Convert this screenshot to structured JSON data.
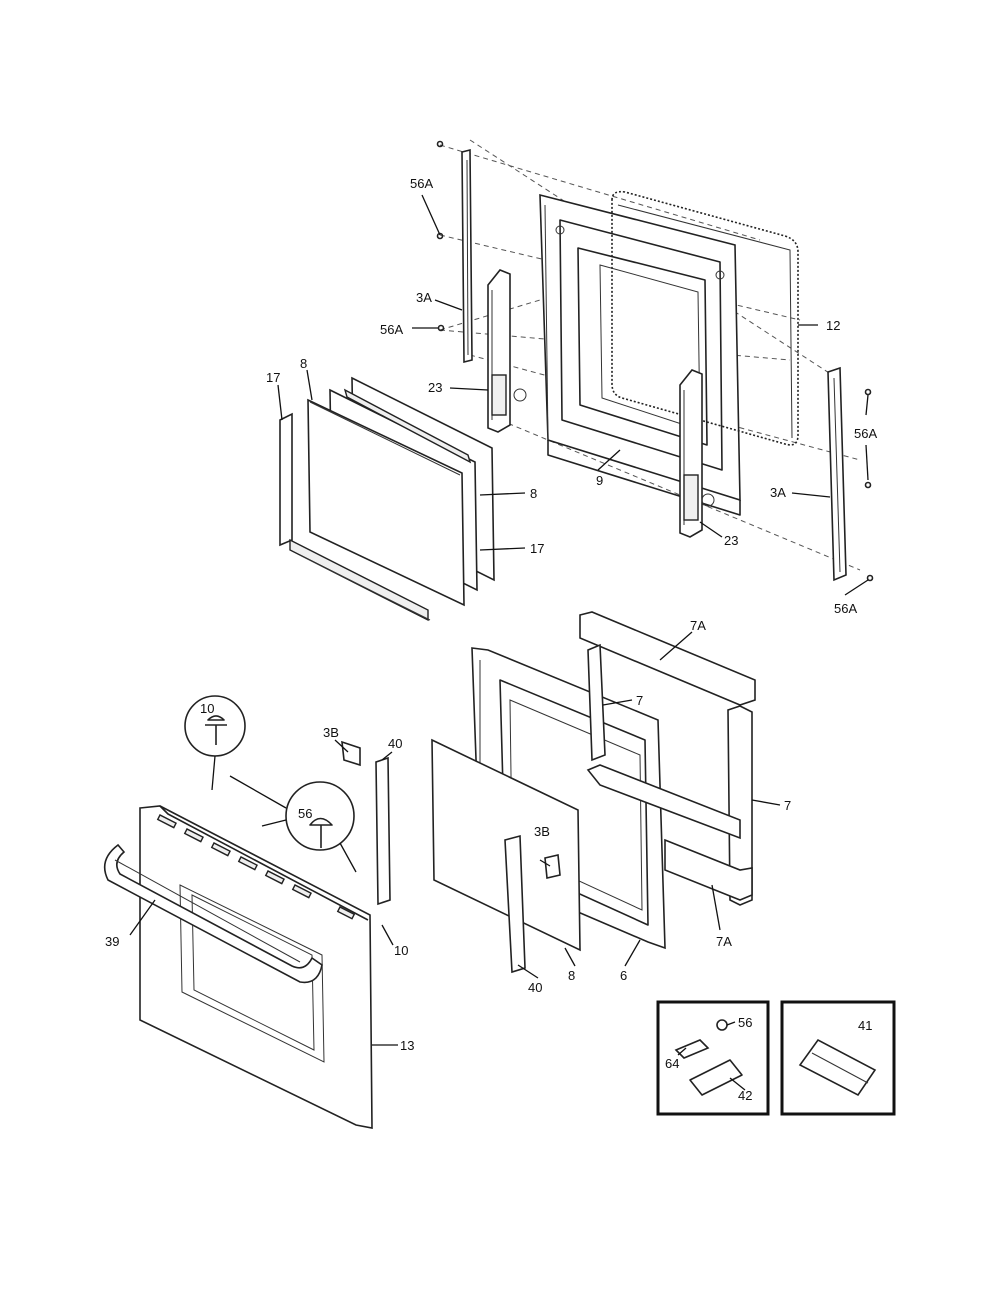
{
  "diagram": {
    "callouts": {
      "c56A_top": "56A",
      "c3A_left": "3A",
      "c56A_mid": "56A",
      "c8_top": "8",
      "c17_left": "17",
      "c23_left": "23",
      "c12": "12",
      "c56A_right": "56A",
      "c3A_right": "3A",
      "c9": "9",
      "c23_right": "23",
      "c8_right": "8",
      "c17_right": "17",
      "c56A_bottom": "56A",
      "c7A_top": "7A",
      "c7_mid": "7",
      "c7_right": "7",
      "c7A_bottom": "7A",
      "c10_circle": "10",
      "c3B_left": "3B",
      "c40_top": "40",
      "c56_circle": "56",
      "c39": "39",
      "c10_screw": "10",
      "c13": "13",
      "c3B_right": "3B",
      "c8_bottom": "8",
      "c6": "6",
      "c40_bottom": "40",
      "c56_inset": "56",
      "c64": "64",
      "c42": "42",
      "c41": "41"
    }
  }
}
